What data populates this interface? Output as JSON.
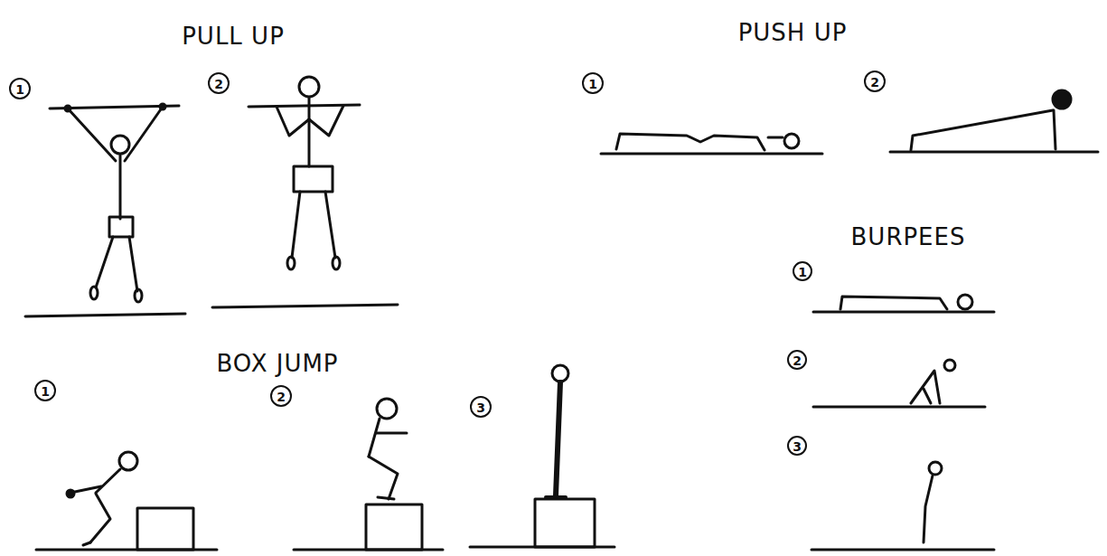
{
  "diagram": {
    "labels": [
      "PULL UP",
      "1",
      "2",
      "PUSH UP",
      "1",
      "2",
      "BURPEES",
      "1",
      "2",
      "3",
      "BOX JUMP",
      "1",
      "2",
      "3"
    ]
  }
}
